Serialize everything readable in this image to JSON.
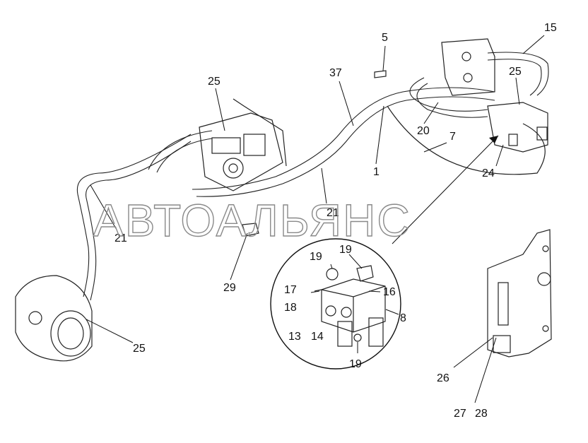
{
  "watermark": "АВТОАЛЬЯНС",
  "labels": {
    "l5": "5",
    "l15": "15",
    "l37": "37",
    "l25_top": "25",
    "l25_right": "25",
    "l20": "20",
    "l7": "7",
    "l1": "1",
    "l24": "24",
    "l21_mid": "21",
    "l21_left": "21",
    "l29": "29",
    "l25_bottom": "25",
    "l19_a": "19",
    "l19_b": "19",
    "l17": "17",
    "l16": "16",
    "l18": "18",
    "l8": "8",
    "l13": "13",
    "l14": "14",
    "l19_c": "19",
    "l26": "26",
    "l27": "27",
    "l28": "28"
  }
}
